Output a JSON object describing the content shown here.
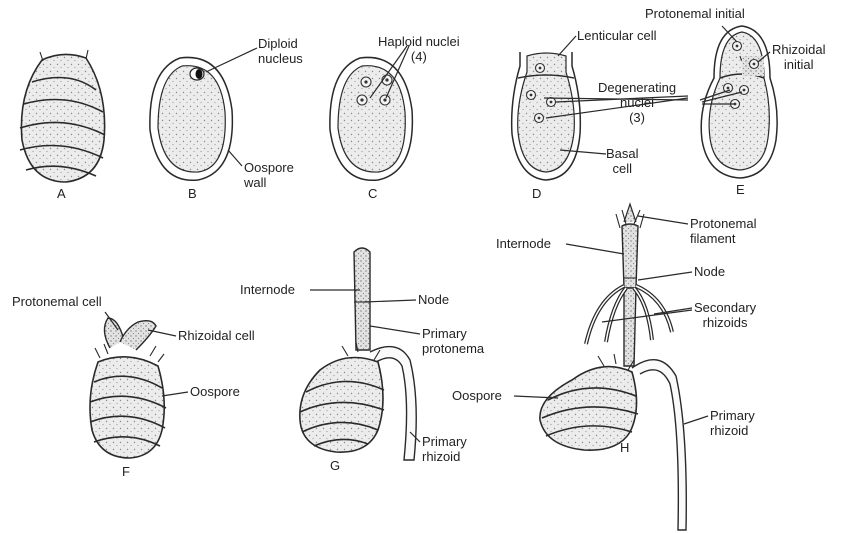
{
  "figure": {
    "panels": [
      "A",
      "B",
      "C",
      "D",
      "E",
      "F",
      "G",
      "H"
    ],
    "labels": {
      "diploid_nucleus": "Diploid\nnucleus",
      "oospore_wall": "Oospore\nwall",
      "haploid_nuclei": "Haploid nuclei\n(4)",
      "lenticular_cell": "Lenticular cell",
      "degenerating_nuclei": "Degenerating\nnuclei\n(3)",
      "basal_cell": "Basal\ncell",
      "protonemal_initial": "Protonemal initial",
      "rhizoidal_initial": "Rhizoidal\ninitial",
      "protonemal_cell": "Protonemal cell",
      "rhizoidal_cell": "Rhizoidal cell",
      "oospore_f": "Oospore",
      "internode_g": "Internode",
      "node_g": "Node",
      "primary_protonema": "Primary\nprotonema",
      "primary_rhizoid_g": "Primary\nrhizoid",
      "internode_h": "Internode",
      "protonemal_filament": "Protonemal\nfilament",
      "node_h": "Node",
      "secondary_rhizoids": "Secondary\nrhizoids",
      "oospore_h": "Oospore",
      "primary_rhizoid_h": "Primary\nrhizoid"
    }
  }
}
